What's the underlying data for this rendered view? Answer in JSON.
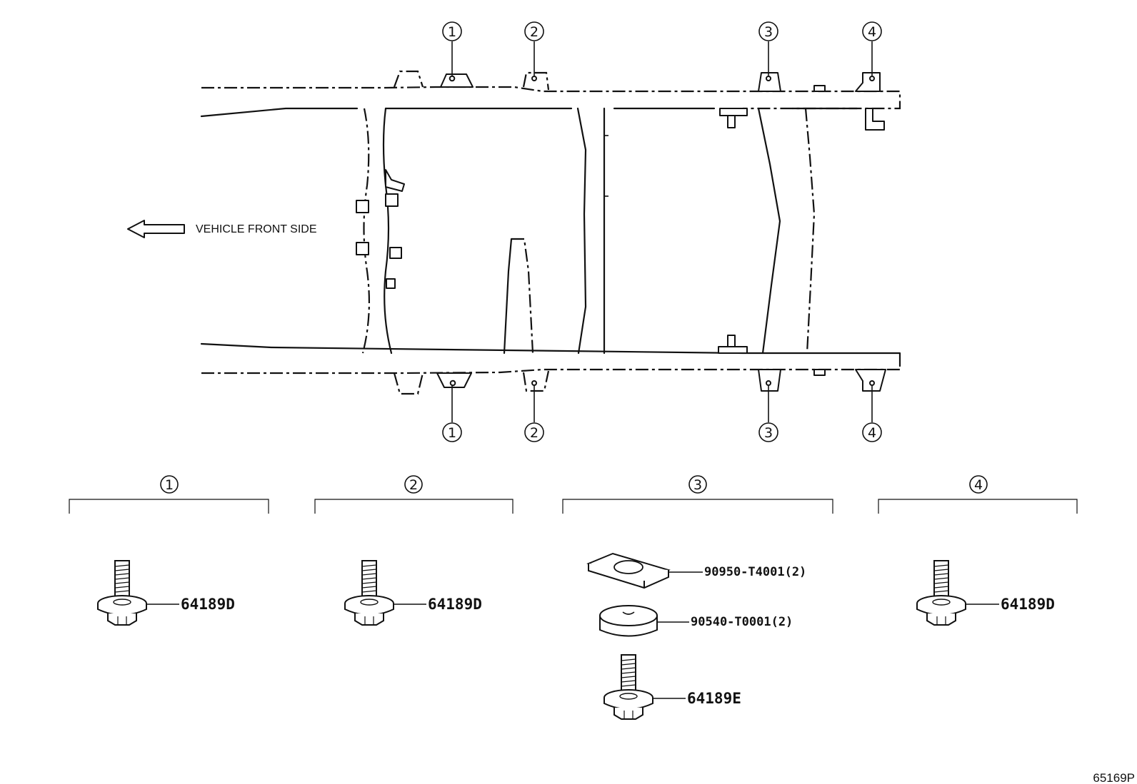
{
  "front_label": "VEHICLE FRONT SIDE",
  "callouts": {
    "c1": "1",
    "c2": "2",
    "c3": "3",
    "c4": "4"
  },
  "groups": [
    {
      "number": "1",
      "parts": [
        "64189D"
      ]
    },
    {
      "number": "2",
      "parts": [
        "64189D"
      ]
    },
    {
      "number": "3",
      "parts": [
        "90950-T4001(2)",
        "90540-T0001(2)",
        "64189E"
      ]
    },
    {
      "number": "4",
      "parts": [
        "64189D"
      ]
    }
  ],
  "reference_code": "65169P"
}
